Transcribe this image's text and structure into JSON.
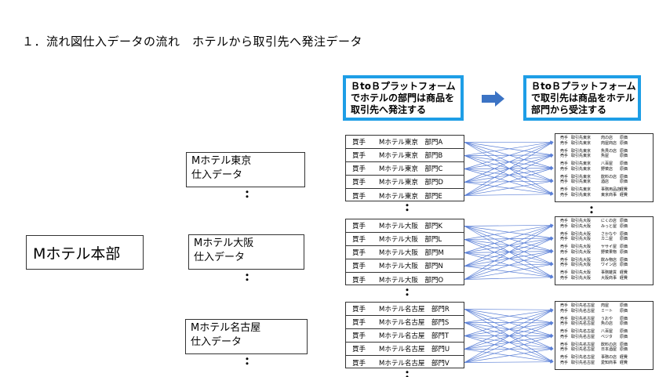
{
  "title": "１．流れ図仕入データの流れ　ホテルから取引先へ発注データ",
  "callouts": {
    "left": [
      "ＢtoＢプラットフォーム",
      "でホテルの部門は商品を",
      "取引先へ発注する"
    ],
    "right": [
      "ＢtoＢプラットフォーム",
      "で取引先は商品をホテル",
      "部門から受注する"
    ]
  },
  "hq": {
    "label": "Mホテル本部"
  },
  "ellipsis": "・\n・",
  "groups": [
    {
      "hotel": [
        "Mホテル東京",
        "仕入データ"
      ],
      "buyers": [
        {
          "role": "買手",
          "name": "Mホテル東京　部門A"
        },
        {
          "role": "買手",
          "name": "Mホテル東京　部門B"
        },
        {
          "role": "買手",
          "name": "Mホテル東京　部門C"
        },
        {
          "role": "買手",
          "name": "Mホテル東京　部門D"
        },
        {
          "role": "買手",
          "name": "Mホテル東京　部門E"
        }
      ],
      "suppliers": [
        [
          [
            "売手",
            "取引先東京",
            "肉の店",
            "原価"
          ],
          [
            "売手",
            "取引先東京",
            "肉屋商店",
            "原価"
          ]
        ],
        [
          [
            "売手",
            "取引先東京",
            "魚貝の店",
            "原価"
          ],
          [
            "売手",
            "取引先東京",
            "魚屋",
            "原価"
          ]
        ],
        [
          [
            "売手",
            "取引先東京",
            "八百屋",
            "原価"
          ],
          [
            "売手",
            "取引先東京",
            "野菜店",
            "原価"
          ]
        ],
        [
          [
            "売手",
            "取引先東京",
            "飲料の店",
            "原価"
          ],
          [
            "売手",
            "取引先東京",
            "酒店",
            "原価"
          ]
        ],
        [
          [
            "売手",
            "取引先東京",
            "事務用品店",
            "経費"
          ],
          [
            "売手",
            "取引先東京",
            "東京商事",
            "経費"
          ]
        ]
      ]
    },
    {
      "hotel": [
        "Mホテル大阪",
        "仕入データ"
      ],
      "buyers": [
        {
          "role": "買手",
          "name": "Mホテル大阪　部門K"
        },
        {
          "role": "買手",
          "name": "Mホテル大阪　部門L"
        },
        {
          "role": "買手",
          "name": "Mホテル大阪　部門M"
        },
        {
          "role": "買手",
          "name": "Mホテル大阪　部門N"
        },
        {
          "role": "買手",
          "name": "Mホテル大阪　部門O"
        }
      ],
      "suppliers": [
        [
          [
            "売手",
            "取引先大阪",
            "にくの店",
            "原価"
          ],
          [
            "売手",
            "取引先大阪",
            "みっと屋",
            "原価"
          ]
        ],
        [
          [
            "売手",
            "取引先大阪",
            "さかなや",
            "原価"
          ],
          [
            "売手",
            "取引先大阪",
            "カニ屋",
            "原価"
          ]
        ],
        [
          [
            "売手",
            "取引先大阪",
            "ヤサイ屋",
            "原価"
          ],
          [
            "売手",
            "取引先大阪",
            "野菜果物",
            "原価"
          ]
        ],
        [
          [
            "売手",
            "取引先大阪",
            "飲み物店",
            "原価"
          ],
          [
            "売手",
            "取引先大阪",
            "ワイン店",
            "原価"
          ]
        ],
        [
          [
            "売手",
            "取引先大阪",
            "事務雑貨",
            "経費"
          ],
          [
            "売手",
            "取引先大阪",
            "大阪商事",
            "経費"
          ]
        ]
      ]
    },
    {
      "hotel": [
        "Mホテル名古屋",
        "仕入データ"
      ],
      "buyers": [
        {
          "role": "買手",
          "name": "Mホテル名古屋　部門R"
        },
        {
          "role": "買手",
          "name": "Mホテル名古屋　部門S"
        },
        {
          "role": "買手",
          "name": "Mホテル名古屋　部門T"
        },
        {
          "role": "買手",
          "name": "Mホテル名古屋　部門U"
        },
        {
          "role": "買手",
          "name": "Mホテル名古屋　部門V"
        }
      ],
      "suppliers": [
        [
          [
            "売手",
            "取引先名古屋",
            "肉屋",
            "原価"
          ],
          [
            "売手",
            "取引先名古屋",
            "ミート",
            "原価"
          ]
        ],
        [
          [
            "売手",
            "取引先名古屋",
            "うおや",
            "原価"
          ],
          [
            "売手",
            "取引先名古屋",
            "魚の店",
            "原価"
          ]
        ],
        [
          [
            "売手",
            "取引先名古屋",
            "八百屋",
            "原価"
          ],
          [
            "売手",
            "取引先名古屋",
            "ベジタ",
            "原価"
          ]
        ],
        [
          [
            "売手",
            "取引先名古屋",
            "飲料の店",
            "原価"
          ],
          [
            "売手",
            "取引先名古屋",
            "日本酒屋",
            "原価"
          ]
        ],
        [
          [
            "売手",
            "取引先名古屋",
            "事務の店",
            "経費"
          ],
          [
            "売手",
            "取引先名古屋",
            "愛知商事",
            "経費"
          ]
        ]
      ]
    }
  ],
  "colors": {
    "callout_border": "#1e9ee6",
    "arrow": "#3b73c4",
    "lines": "#5a7fd6"
  }
}
